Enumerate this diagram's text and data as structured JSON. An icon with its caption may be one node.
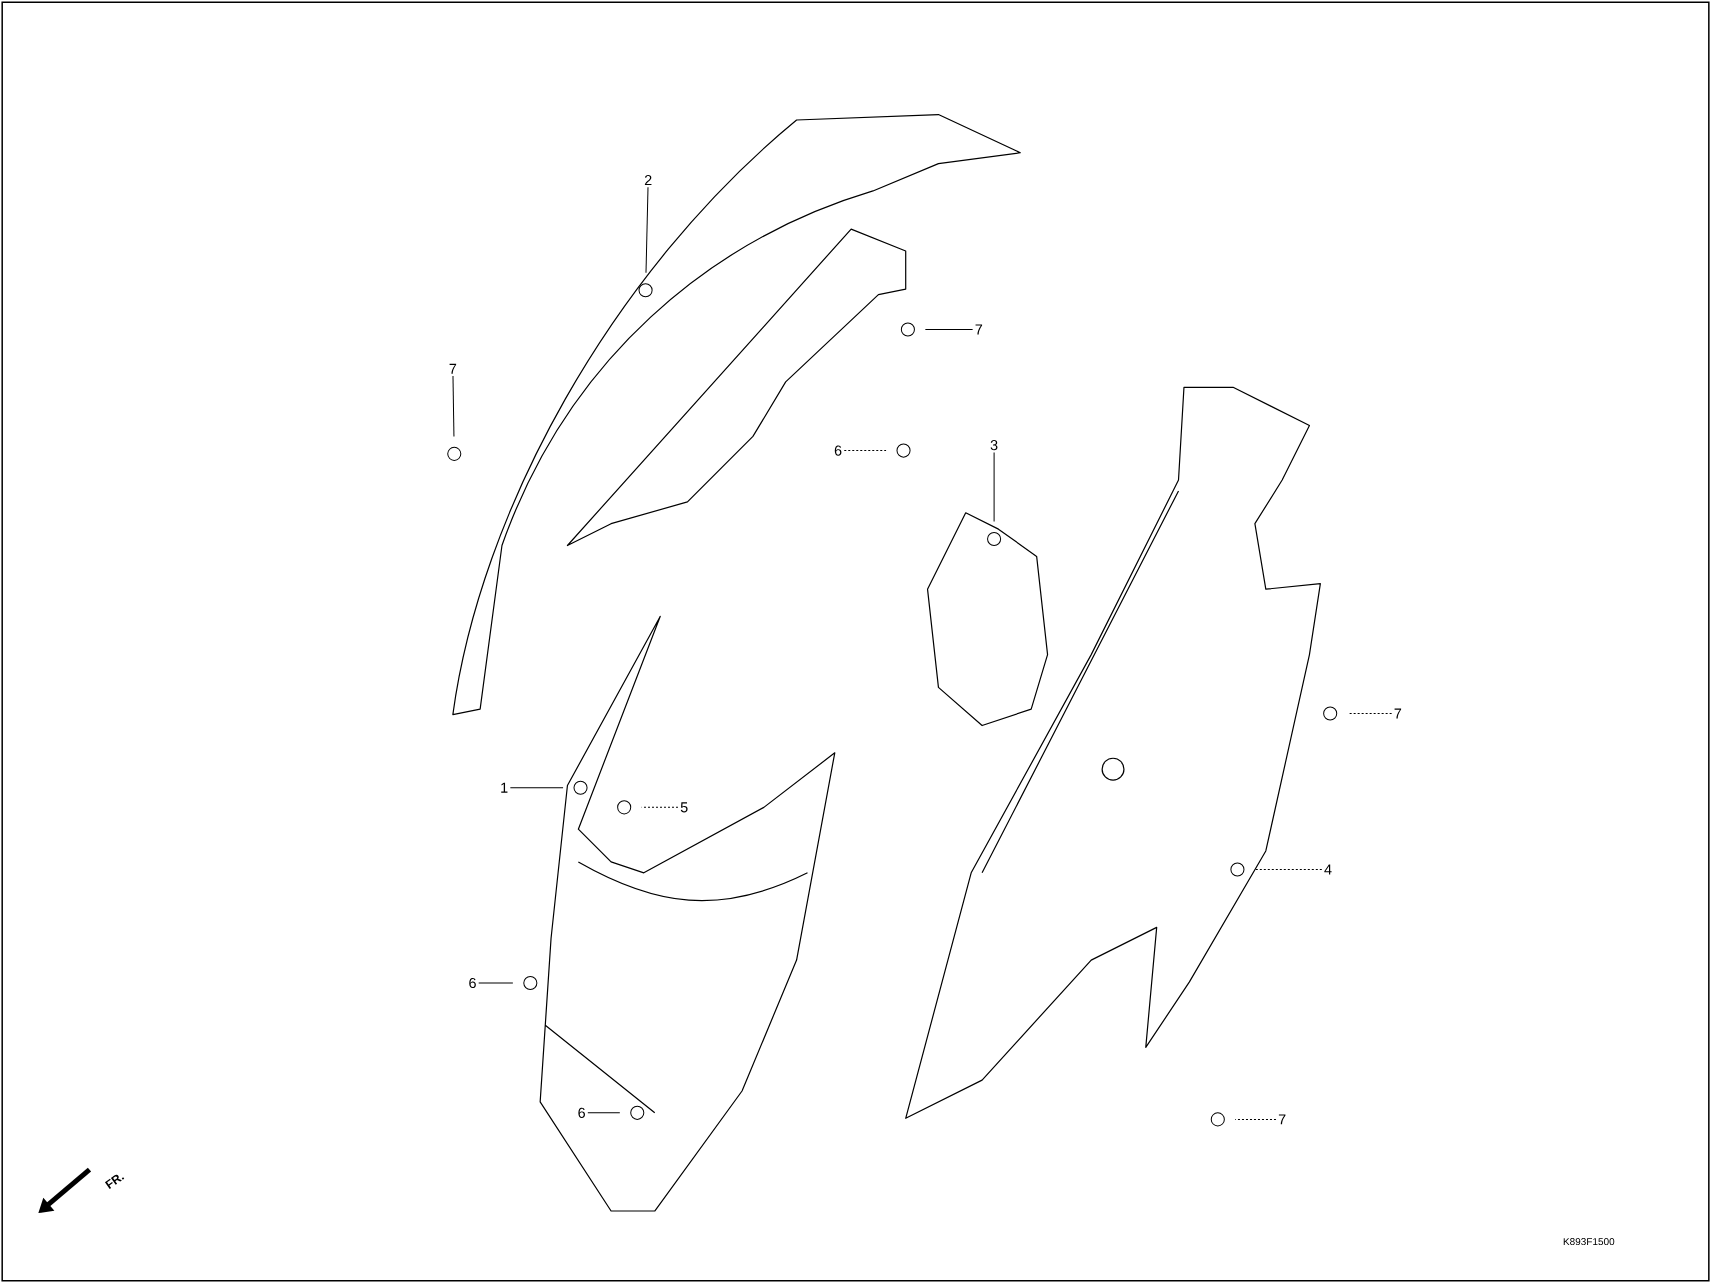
{
  "diagram": {
    "nodes": [
      {
        "text": [
          "2"
        ]
      },
      {
        "text": [
          "7"
        ]
      },
      {
        "text": [
          "7"
        ]
      },
      {
        "text": [
          "6"
        ]
      },
      {
        "text": [
          "3"
        ]
      },
      {
        "text": [
          "7"
        ]
      },
      {
        "text": [
          "1"
        ]
      },
      {
        "text": [
          "5"
        ]
      },
      {
        "text": [
          "4"
        ]
      },
      {
        "text": [
          "6"
        ]
      },
      {
        "text": [
          "6"
        ]
      },
      {
        "text": [
          "7"
        ]
      }
    ],
    "edges": [
      {
        "from": 0,
        "to": null,
        "arrow": "none"
      },
      {
        "from": 1,
        "to": null,
        "arrow": "none"
      },
      {
        "from": 2,
        "to": null,
        "arrow": "none"
      },
      {
        "from": 3,
        "to": null,
        "arrow": "none",
        "style": "dashed"
      },
      {
        "from": 4,
        "to": null,
        "arrow": "none"
      },
      {
        "from": 5,
        "to": null,
        "arrow": "none",
        "style": "dashed"
      },
      {
        "from": 6,
        "to": null,
        "arrow": "none"
      },
      {
        "from": 7,
        "to": null,
        "arrow": "none",
        "style": "dashed"
      },
      {
        "from": 8,
        "to": null,
        "arrow": "none",
        "style": "dashed"
      },
      {
        "from": 9,
        "to": null,
        "arrow": "none"
      },
      {
        "from": 10,
        "to": null,
        "arrow": "none"
      },
      {
        "from": 11,
        "to": null,
        "arrow": "none",
        "style": "dashed"
      }
    ],
    "labels": [
      "FR.",
      "K893F1500"
    ]
  }
}
